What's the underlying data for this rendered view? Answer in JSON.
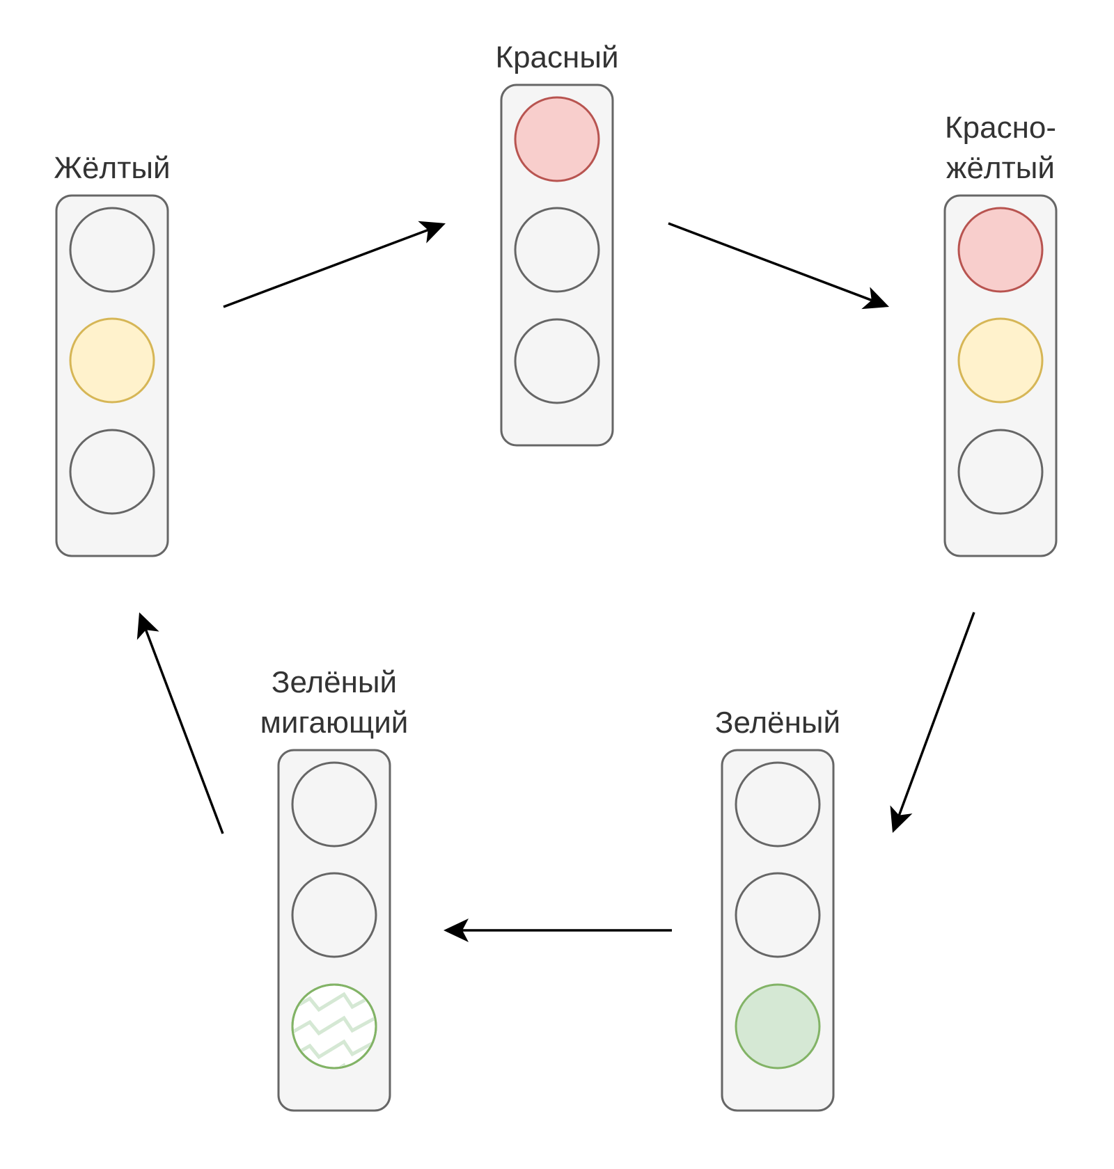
{
  "colors": {
    "housing_fill": "#f5f5f5",
    "housing_stroke": "#666666",
    "lamp_off_fill": "#f5f5f5",
    "lamp_off_stroke": "#666666",
    "red_fill": "#f8cecc",
    "red_stroke": "#b85450",
    "yellow_fill": "#fff2cc",
    "yellow_stroke": "#d6b656",
    "green_fill": "#d5e8d4",
    "green_stroke": "#82b366",
    "arrow": "#000000",
    "label": "#333333"
  },
  "states": [
    {
      "id": "red",
      "label_lines": [
        "Красный"
      ],
      "lamps": [
        "red",
        "off",
        "off"
      ]
    },
    {
      "id": "red-yellow",
      "label_lines": [
        "Красно-",
        "жёлтый"
      ],
      "lamps": [
        "red",
        "yellow",
        "off"
      ]
    },
    {
      "id": "green",
      "label_lines": [
        "Зелёный"
      ],
      "lamps": [
        "off",
        "off",
        "green"
      ]
    },
    {
      "id": "green-blinking",
      "label_lines": [
        "Зелёный",
        "мигающий"
      ],
      "lamps": [
        "off",
        "off",
        "green-blink"
      ]
    },
    {
      "id": "yellow",
      "label_lines": [
        "Жёлтый"
      ],
      "lamps": [
        "off",
        "yellow",
        "off"
      ]
    }
  ],
  "transitions": [
    {
      "from": "yellow",
      "to": "red"
    },
    {
      "from": "red",
      "to": "red-yellow"
    },
    {
      "from": "red-yellow",
      "to": "green"
    },
    {
      "from": "green",
      "to": "green-blinking"
    },
    {
      "from": "green-blinking",
      "to": "yellow"
    }
  ]
}
